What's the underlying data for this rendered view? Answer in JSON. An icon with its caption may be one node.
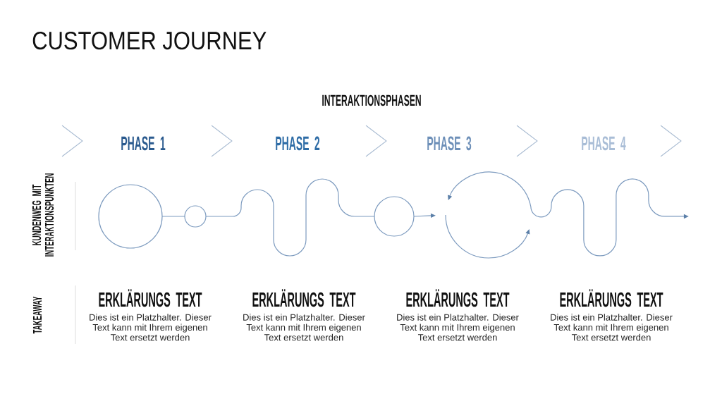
{
  "diagram": {
    "title": "CUSTOMER JOURNEY",
    "nodes": [
      {
        "text": [],
        "shape": "circle"
      },
      {
        "text": [],
        "shape": "circle"
      },
      {
        "text": [],
        "shape": "circle"
      },
      {
        "text": [],
        "shape": "cycle"
      }
    ],
    "edges": [
      {
        "from": 0,
        "to": 1,
        "arrow": "none"
      },
      {
        "from": 1,
        "to": 2,
        "arrow": "none"
      },
      {
        "from": 2,
        "to": 3,
        "arrow": "to"
      },
      {
        "from": 3,
        "to": null,
        "arrow": "to"
      }
    ],
    "labels": [
      "INTERAKTIONSPHASEN",
      "PHASE 1",
      "PHASE 2",
      "PHASE 3",
      "PHASE 4",
      "KUNDENWEG MIT INTERAKTIONSPUNKTEN",
      "TAKEAWAY",
      "ERKLÄRUNGS TEXT",
      "Dies ist ein Platzhalter. Dieser Text kann mit Ihrem eigenen Text ersetzt werden",
      "ERKLÄRUNGS TEXT",
      "Dies ist ein Platzhalter. Dieser Text kann mit Ihrem eigenen Text ersetzt werden",
      "ERKLÄRUNGS TEXT",
      "Dies ist ein Platzhalter. Dieser Text kann mit Ihrem eigenen Text ersetzt werden",
      "ERKLÄRUNGS TEXT",
      "Dies ist ein Platzhalter. Dieser Text kann mit Ihrem eigenen Text ersetzt werden"
    ]
  }
}
